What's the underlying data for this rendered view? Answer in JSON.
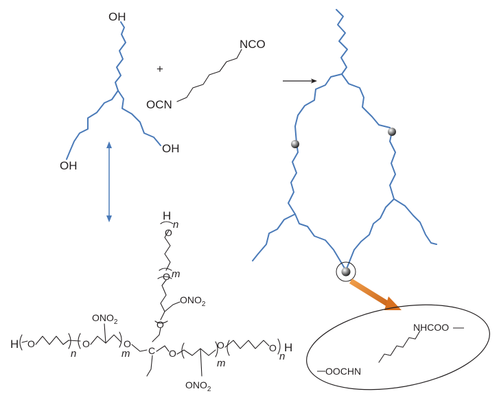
{
  "reactants": {
    "polyol": {
      "oh_top": "OH",
      "oh_left": "OH",
      "oh_right": "OH"
    },
    "plus": "+",
    "diisocyanate": {
      "nco_top": "NCO",
      "nco_left": "OCN"
    }
  },
  "network": {
    "carbamate": {
      "top": "NHCOO",
      "bottom": "OOCHN"
    }
  },
  "structure": {
    "h_left": "H",
    "h_top": "H",
    "h_right": "H",
    "n": "n",
    "m": "m",
    "o": "O",
    "c": "C",
    "ono2_label": "ONO",
    "ono2_subscript": "2"
  },
  "colors": {
    "chain": "#4a7ab8",
    "bond": "#231f20",
    "zoom_arrow": "#e07b2a",
    "crosslink_bead": "#6d6d6d"
  }
}
